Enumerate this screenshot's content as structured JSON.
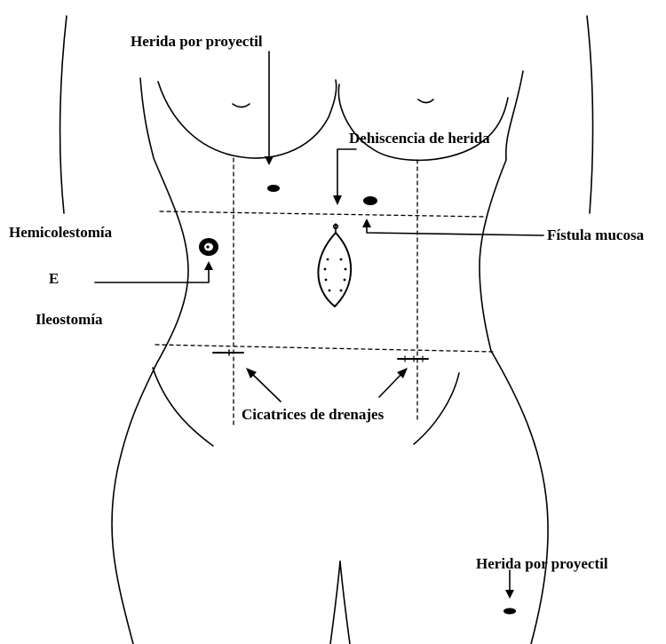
{
  "labels": {
    "herida_top": "Herida por  proyectil",
    "dehiscencia": "Dehiscencia de herida",
    "fistula": "Fístula mucosa",
    "hemicolestomia": "Hemicolestomía",
    "e": "E",
    "ileostomia": "Ileostomía",
    "cicatrices": "Cicatrices de drenajes",
    "herida_bottom": "Herida por proyectil"
  },
  "colors": {
    "ink": "#000000",
    "background": "#ffffff"
  }
}
